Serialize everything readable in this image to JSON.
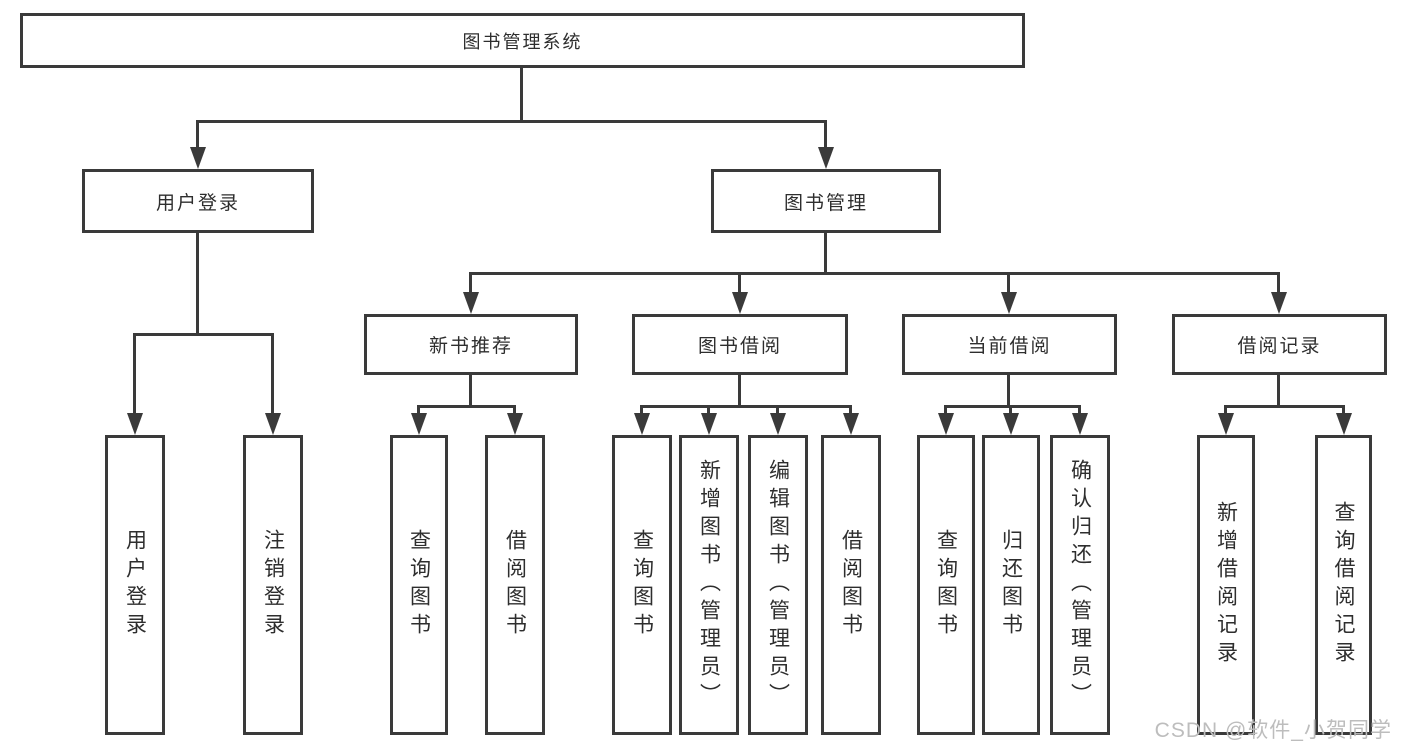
{
  "diagram": {
    "root": {
      "label": "图书管理系统"
    },
    "branches": [
      {
        "label": "用户登录",
        "children": [
          {
            "label": "用户登录"
          },
          {
            "label": "注销登录"
          }
        ]
      },
      {
        "label": "图书管理",
        "children": [
          {
            "label": "新书推荐",
            "children": [
              {
                "label": "查询图书"
              },
              {
                "label": "借阅图书"
              }
            ]
          },
          {
            "label": "图书借阅",
            "children": [
              {
                "label": "查询图书"
              },
              {
                "label": "新增图书（管理员）"
              },
              {
                "label": "编辑图书（管理员）"
              },
              {
                "label": "借阅图书"
              }
            ]
          },
          {
            "label": "当前借阅",
            "children": [
              {
                "label": "查询图书"
              },
              {
                "label": "归还图书"
              },
              {
                "label": "确认归还（管理员）"
              }
            ]
          },
          {
            "label": "借阅记录",
            "children": [
              {
                "label": "新增借阅记录"
              },
              {
                "label": "查询借阅记录"
              }
            ]
          }
        ]
      }
    ]
  },
  "watermark": {
    "text": "CSDN @软件_小贺同学"
  },
  "colors": {
    "line": "#3a3a3a",
    "text": "#2e2e2e",
    "box_background": "#ffffff",
    "watermark": "#bdbdbd",
    "background": "#ffffff"
  }
}
